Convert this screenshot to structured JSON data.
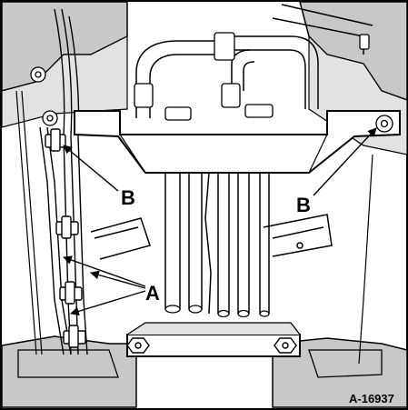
{
  "callouts": {
    "a": "A",
    "b_left": "B",
    "b_right": "B"
  },
  "figure_id": "A-16937",
  "colors": {
    "line": "#000000",
    "shade": "#c8c8c8",
    "shade_light": "#e2e2e2",
    "background": "#ffffff"
  }
}
